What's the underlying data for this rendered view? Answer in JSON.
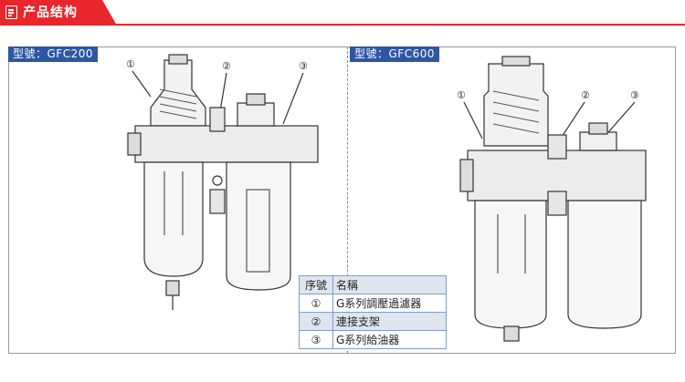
{
  "header": {
    "title": "产品结构"
  },
  "models": {
    "left": "型號：GFC200",
    "right": "型號：GFC600"
  },
  "callouts": {
    "c1": "①",
    "c2": "②",
    "c3": "③"
  },
  "parts_table": {
    "headers": [
      "序號",
      "名稱"
    ],
    "rows": [
      {
        "num": "①",
        "name": "G系列調壓過濾器"
      },
      {
        "num": "②",
        "name": "連接支架"
      },
      {
        "num": "③",
        "name": "G系列給油器"
      }
    ]
  },
  "colors": {
    "accent_red": "#e8262b",
    "label_blue": "#2d56a4",
    "table_border": "#7f9cc8"
  }
}
